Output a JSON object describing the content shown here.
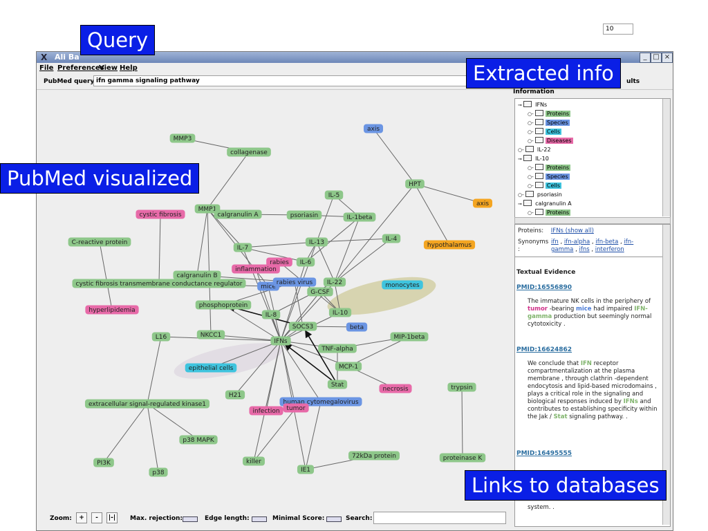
{
  "window": {
    "title": "Ali Ba",
    "menus": [
      "File",
      "Preferences",
      "View",
      "Help"
    ]
  },
  "query": {
    "label": "PubMed query:",
    "value": "ifn gamma signaling pathway",
    "results_label": "ults",
    "results_value": "10"
  },
  "callouts": {
    "query": "Query",
    "extracted": "Extracted info",
    "pubmed": "PubMed visualized",
    "links": "Links to databases"
  },
  "graph": {
    "colors": {
      "green": "#8ec78a",
      "pink": "#e76aa8",
      "blue": "#6b95e3",
      "cyan": "#3fc4de",
      "orange": "#f4a521"
    },
    "nodes": [
      {
        "id": "mmp3",
        "label": "MMP3",
        "color": "green"
      },
      {
        "id": "collagenase",
        "label": "collagenase",
        "color": "green"
      },
      {
        "id": "axis1",
        "label": "axis",
        "color": "blue"
      },
      {
        "id": "hpt",
        "label": "HPT",
        "color": "green"
      },
      {
        "id": "axis2",
        "label": "axis",
        "color": "orange"
      },
      {
        "id": "hypothalamus",
        "label": "hypothalamus",
        "color": "orange"
      },
      {
        "id": "il5",
        "label": "IL-5",
        "color": "green"
      },
      {
        "id": "il1beta",
        "label": "IL-1beta",
        "color": "green"
      },
      {
        "id": "il4",
        "label": "IL-4",
        "color": "green"
      },
      {
        "id": "mmp1",
        "label": "MMP1",
        "color": "green"
      },
      {
        "id": "calgA",
        "label": "calgranulin A",
        "color": "green"
      },
      {
        "id": "psoriasin",
        "label": "psoriasin",
        "color": "green"
      },
      {
        "id": "cf",
        "label": "cystic fibrosis",
        "color": "pink"
      },
      {
        "id": "crp",
        "label": "C-reactive protein",
        "color": "green"
      },
      {
        "id": "il7",
        "label": "IL-7",
        "color": "green"
      },
      {
        "id": "il13",
        "label": "IL-13",
        "color": "green"
      },
      {
        "id": "rabies",
        "label": "rabies",
        "color": "pink"
      },
      {
        "id": "il6",
        "label": "IL-6",
        "color": "green"
      },
      {
        "id": "inflammation",
        "label": "inflammation",
        "color": "pink"
      },
      {
        "id": "calgB",
        "label": "calgranulin B",
        "color": "green"
      },
      {
        "id": "cftr",
        "label": "cystic fibrosis transmembrane conductance regulator",
        "color": "green"
      },
      {
        "id": "mice",
        "label": "mice",
        "color": "blue"
      },
      {
        "id": "rabiesvirus",
        "label": "rabies virus",
        "color": "blue"
      },
      {
        "id": "il22",
        "label": "IL-22",
        "color": "green"
      },
      {
        "id": "monocytes",
        "label": "monocytes",
        "color": "cyan"
      },
      {
        "id": "gcsf",
        "label": "G-CSF",
        "color": "green"
      },
      {
        "id": "hyperlipidemia",
        "label": "hyperlipidemia",
        "color": "pink"
      },
      {
        "id": "phospho",
        "label": "phosphoprotein",
        "color": "green"
      },
      {
        "id": "il8",
        "label": "IL-8",
        "color": "green"
      },
      {
        "id": "il10",
        "label": "IL-10",
        "color": "green"
      },
      {
        "id": "socs3",
        "label": "SOCS3",
        "color": "green"
      },
      {
        "id": "beta",
        "label": "beta",
        "color": "blue"
      },
      {
        "id": "l16",
        "label": "L16",
        "color": "green"
      },
      {
        "id": "nkcc1",
        "label": "NKCC1",
        "color": "green"
      },
      {
        "id": "ifns",
        "label": "IFNs",
        "color": "green"
      },
      {
        "id": "mip1beta",
        "label": "MIP-1beta",
        "color": "green"
      },
      {
        "id": "tnf",
        "label": "TNF-alpha",
        "color": "green"
      },
      {
        "id": "epith",
        "label": "epithelial cells",
        "color": "cyan"
      },
      {
        "id": "mcp1",
        "label": "MCP-1",
        "color": "green"
      },
      {
        "id": "stat",
        "label": "Stat",
        "color": "green"
      },
      {
        "id": "necrosis",
        "label": "necrosis",
        "color": "pink"
      },
      {
        "id": "trypsin",
        "label": "trypsin",
        "color": "green"
      },
      {
        "id": "h21",
        "label": "H21",
        "color": "green"
      },
      {
        "id": "hcmv",
        "label": "human cytomegalovirus",
        "color": "blue"
      },
      {
        "id": "infection",
        "label": "infection",
        "color": "pink"
      },
      {
        "id": "tumor",
        "label": "tumor",
        "color": "pink"
      },
      {
        "id": "erk1",
        "label": "extracellular signal-regulated kinase1",
        "color": "green"
      },
      {
        "id": "p38mapk",
        "label": "p38 MAPK",
        "color": "green"
      },
      {
        "id": "pi3k",
        "label": "PI3K",
        "color": "green"
      },
      {
        "id": "p38",
        "label": "p38",
        "color": "green"
      },
      {
        "id": "killer",
        "label": "killer",
        "color": "green"
      },
      {
        "id": "ie1",
        "label": "IE1",
        "color": "green"
      },
      {
        "id": "p72",
        "label": "72kDa protein",
        "color": "green"
      },
      {
        "id": "proteinasek",
        "label": "proteinase K",
        "color": "green"
      }
    ],
    "edges": [
      [
        "mmp3",
        "collagenase"
      ],
      [
        "collagenase",
        "mmp1"
      ],
      [
        "axis1",
        "hpt"
      ],
      [
        "hpt",
        "axis2"
      ],
      [
        "hpt",
        "hypothalamus"
      ],
      [
        "hpt",
        "il22"
      ],
      [
        "il5",
        "il13"
      ],
      [
        "il5",
        "il1beta"
      ],
      [
        "il1beta",
        "il6"
      ],
      [
        "il1beta",
        "il22"
      ],
      [
        "il4",
        "il13"
      ],
      [
        "il4",
        "il22"
      ],
      [
        "mmp1",
        "calgA"
      ],
      [
        "calgA",
        "psoriasin"
      ],
      [
        "psoriasin",
        "il1beta"
      ],
      [
        "mmp1",
        "calgB"
      ],
      [
        "mmp1",
        "il7"
      ],
      [
        "mmp1",
        "mice"
      ],
      [
        "mmp1",
        "nkcc1"
      ],
      [
        "cf",
        "cftr"
      ],
      [
        "crp",
        "hyperlipidemia"
      ],
      [
        "il7",
        "il13"
      ],
      [
        "il7",
        "il6"
      ],
      [
        "il13",
        "il6"
      ],
      [
        "il13",
        "il22"
      ],
      [
        "calgB",
        "rabiesvirus"
      ],
      [
        "cftr",
        "mice"
      ],
      [
        "rabies",
        "il10"
      ],
      [
        "inflammation",
        "ifns"
      ],
      [
        "il6",
        "ifns"
      ],
      [
        "mice",
        "ifns"
      ],
      [
        "rabiesvirus",
        "socs3"
      ],
      [
        "il22",
        "ifns"
      ],
      [
        "gcsf",
        "ifns"
      ],
      [
        "phospho",
        "ifns"
      ],
      [
        "phospho",
        "socs3"
      ],
      [
        "phospho",
        "rabiesvirus"
      ],
      [
        "il8",
        "ifns"
      ],
      [
        "il10",
        "ifns"
      ],
      [
        "socs3",
        "ifns"
      ],
      [
        "beta",
        "socs3"
      ],
      [
        "l16",
        "ifns"
      ],
      [
        "nkcc1",
        "ifns"
      ],
      [
        "ifns",
        "tnf"
      ],
      [
        "ifns",
        "mcp1"
      ],
      [
        "ifns",
        "stat"
      ],
      [
        "tnf",
        "mip1beta"
      ],
      [
        "mcp1",
        "mip1beta"
      ],
      [
        "mcp1",
        "necrosis"
      ],
      [
        "stat",
        "socs3"
      ],
      [
        "stat",
        "tnf"
      ],
      [
        "ifns",
        "epith"
      ],
      [
        "ifns",
        "h21"
      ],
      [
        "ifns",
        "hcmv"
      ],
      [
        "ifns",
        "infection"
      ],
      [
        "ifns",
        "tumor"
      ],
      [
        "ifns",
        "killer"
      ],
      [
        "ifns",
        "ie1"
      ],
      [
        "ifns",
        "il7"
      ],
      [
        "ifns",
        "il13"
      ],
      [
        "l16",
        "erk1"
      ],
      [
        "erk1",
        "p38mapk"
      ],
      [
        "erk1",
        "pi3k"
      ],
      [
        "erk1",
        "p38"
      ],
      [
        "tumor",
        "killer"
      ],
      [
        "hcmv",
        "ie1"
      ],
      [
        "ie1",
        "p72"
      ],
      [
        "trypsin",
        "proteinasek"
      ],
      [
        "il10",
        "il22"
      ],
      [
        "il10",
        "gcsf"
      ],
      [
        "il8",
        "il22"
      ]
    ]
  },
  "side": {
    "header": "Information",
    "tree": [
      {
        "label": "IFNs",
        "level": 0,
        "open": true
      },
      {
        "label": "Proteins",
        "level": 1,
        "color": "green"
      },
      {
        "label": "Species",
        "level": 1,
        "color": "blue"
      },
      {
        "label": "Cells",
        "level": 1,
        "color": "cyan"
      },
      {
        "label": "Diseases",
        "level": 1,
        "color": "pink"
      },
      {
        "label": "IL-22",
        "level": 0
      },
      {
        "label": "IL-10",
        "level": 0,
        "open": true
      },
      {
        "label": "Proteins",
        "level": 1,
        "color": "green"
      },
      {
        "label": "Species",
        "level": 1,
        "color": "blue"
      },
      {
        "label": "Cells",
        "level": 1,
        "color": "cyan"
      },
      {
        "label": "psoriasin",
        "level": 0
      },
      {
        "label": "calgranulin A",
        "level": 0,
        "open": true
      },
      {
        "label": "Proteins",
        "level": 1,
        "color": "green"
      }
    ],
    "proteins_label": "Proteins:",
    "proteins_link": "IFNs (show all)",
    "synonyms_label": "Synonyms",
    "synonyms_colon": ":",
    "synonyms": [
      "ifn",
      "ifn-alpha",
      "ifn-beta",
      "ifn-gamma",
      "ifns",
      "interferon"
    ],
    "textual_evidence": "Textual Evidence",
    "pmids": [
      "PMID:16556890",
      "PMID:16624862",
      "PMID:16495555"
    ],
    "ev1": {
      "a": "The immature NK cells in the periphery of",
      "tumor": "tumor",
      "b": "-bearing",
      "mice": "mice",
      "c": "had impaired",
      "ifn": "IFN-gamma",
      "d": "production but seemingly normal cytotoxicity ."
    },
    "ev2": {
      "a": "We conclude that",
      "ifn": "IFN",
      "b": "receptor compartmentalization at the plasma membrane , through clathrin -dependent endocytosis and lipid-based microdomains , plays a critical role in the signaling and biological responses induced by",
      "ifns": "IFNs",
      "c": "and contributes to establishing specificity within the Jak /",
      "stat": "Stat",
      "d": "signaling pathway. ."
    },
    "ev3_tail": "system. ."
  },
  "bottom": {
    "zoom": "Zoom:",
    "plus": "+",
    "minus": "-",
    "fit": "|-|",
    "max_rejection": "Max. rejection:",
    "edge_length": "Edge length:",
    "minimal_score": "Minimal Score:",
    "search": "Search:"
  }
}
